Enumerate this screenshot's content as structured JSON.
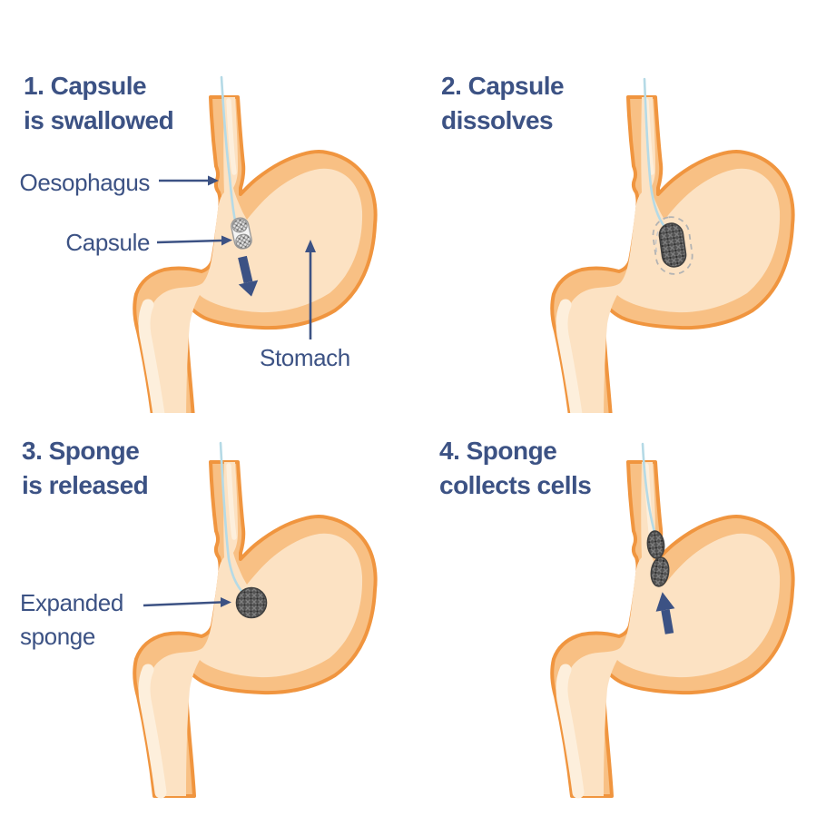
{
  "colors": {
    "navy": "#3C5284",
    "orange_outline": "#F0953F",
    "stomach_wall": "#F8C084",
    "stomach_lumen": "#FCE2C3",
    "lumen_highlight": "#FDEFDC",
    "thread_blue": "#B5DAE6",
    "sponge_dark": "#525252",
    "capsule_grey": "#E0E0E0",
    "dashed_outline_grey": "#B3B3B3",
    "background": "#FFFFFF"
  },
  "panels": [
    {
      "step_title_line1": "1. Capsule",
      "step_title_line2": "is swallowed",
      "labels": {
        "oesophagus": "Oesophagus",
        "capsule": "Capsule",
        "stomach": "Stomach"
      }
    },
    {
      "step_title_line1": "2. Capsule",
      "step_title_line2": "dissolves"
    },
    {
      "step_title_line1": "3. Sponge",
      "step_title_line2": "is released",
      "labels": {
        "expanded_sponge_line1": "Expanded",
        "expanded_sponge_line2": "sponge"
      }
    },
    {
      "step_title_line1": "4. Sponge",
      "step_title_line2": "collects cells"
    }
  ]
}
